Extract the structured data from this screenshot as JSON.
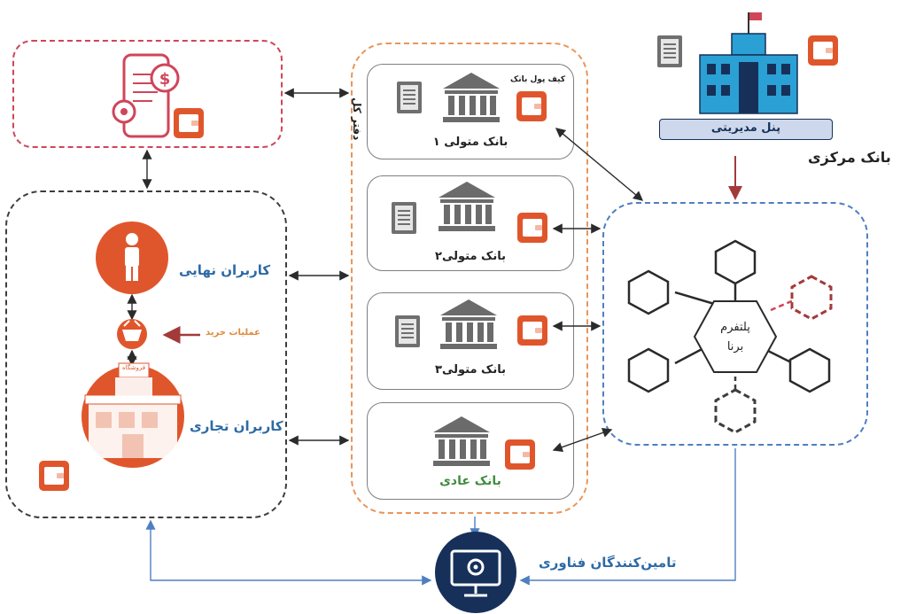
{
  "central_bank": {
    "label": "بانک مرکزی",
    "panel_label": "پنل مدیریتی"
  },
  "platform": {
    "label_line1": "پلتفرم",
    "label_line2": "برنا"
  },
  "users": {
    "end_users_label": "کاربران نهایی",
    "merchant_users_label": "کاربران تجاری",
    "purchase_label": "عملیات خرید",
    "store_sign": "فروشگاه"
  },
  "banks": {
    "ledger_label": "دفتر کل",
    "bank_wallet_label": "کیف پول بانک",
    "custodian_1": "بانک متولی ۱",
    "custodian_2": "بانک متولی۲",
    "custodian_3": "بانک متولی۳",
    "regular_bank": "بانک عادی"
  },
  "tech": {
    "label": "تامین‌کنندگان فناوری"
  },
  "colors": {
    "accent_orange": "#e0562c",
    "red_dashed": "#d0455a",
    "dark_dashed": "#3d3d3d",
    "orange_dashed": "#e9955a",
    "blue_dashed": "#4f7fc0",
    "label_blue": "#2e6aa6",
    "regular_bank_green": "#3f8d3f",
    "navy": "#16305a",
    "building_blue": "#2aa0d4"
  }
}
